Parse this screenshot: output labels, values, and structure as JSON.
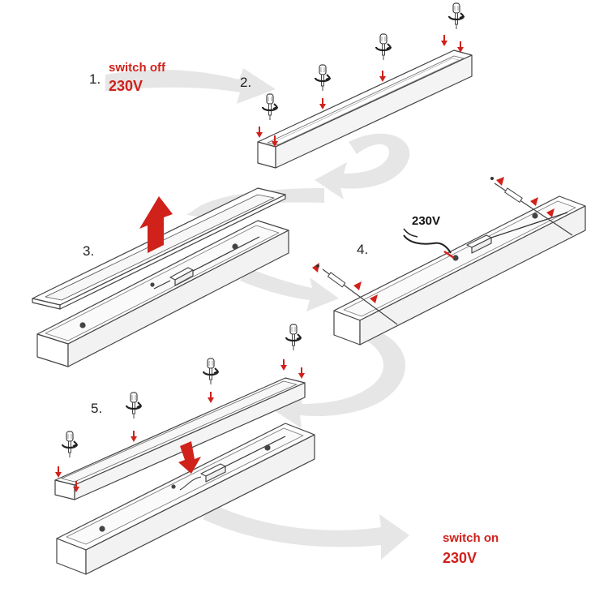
{
  "steps": [
    {
      "number": "1."
    },
    {
      "number": "2."
    },
    {
      "number": "3."
    },
    {
      "number": "4."
    },
    {
      "number": "5."
    }
  ],
  "power_off": {
    "text": "switch off",
    "voltage": "230V"
  },
  "cable_label": "230V",
  "power_on": {
    "text": "switch on",
    "voltage": "230V"
  },
  "icons": [
    "screwdriver-icon",
    "rotate-arrow-icon",
    "red-arrow-icon",
    "flow-arrow"
  ],
  "colors": {
    "accent": "#d0211b",
    "flow": "#e6e6e6",
    "line": "#444444"
  }
}
